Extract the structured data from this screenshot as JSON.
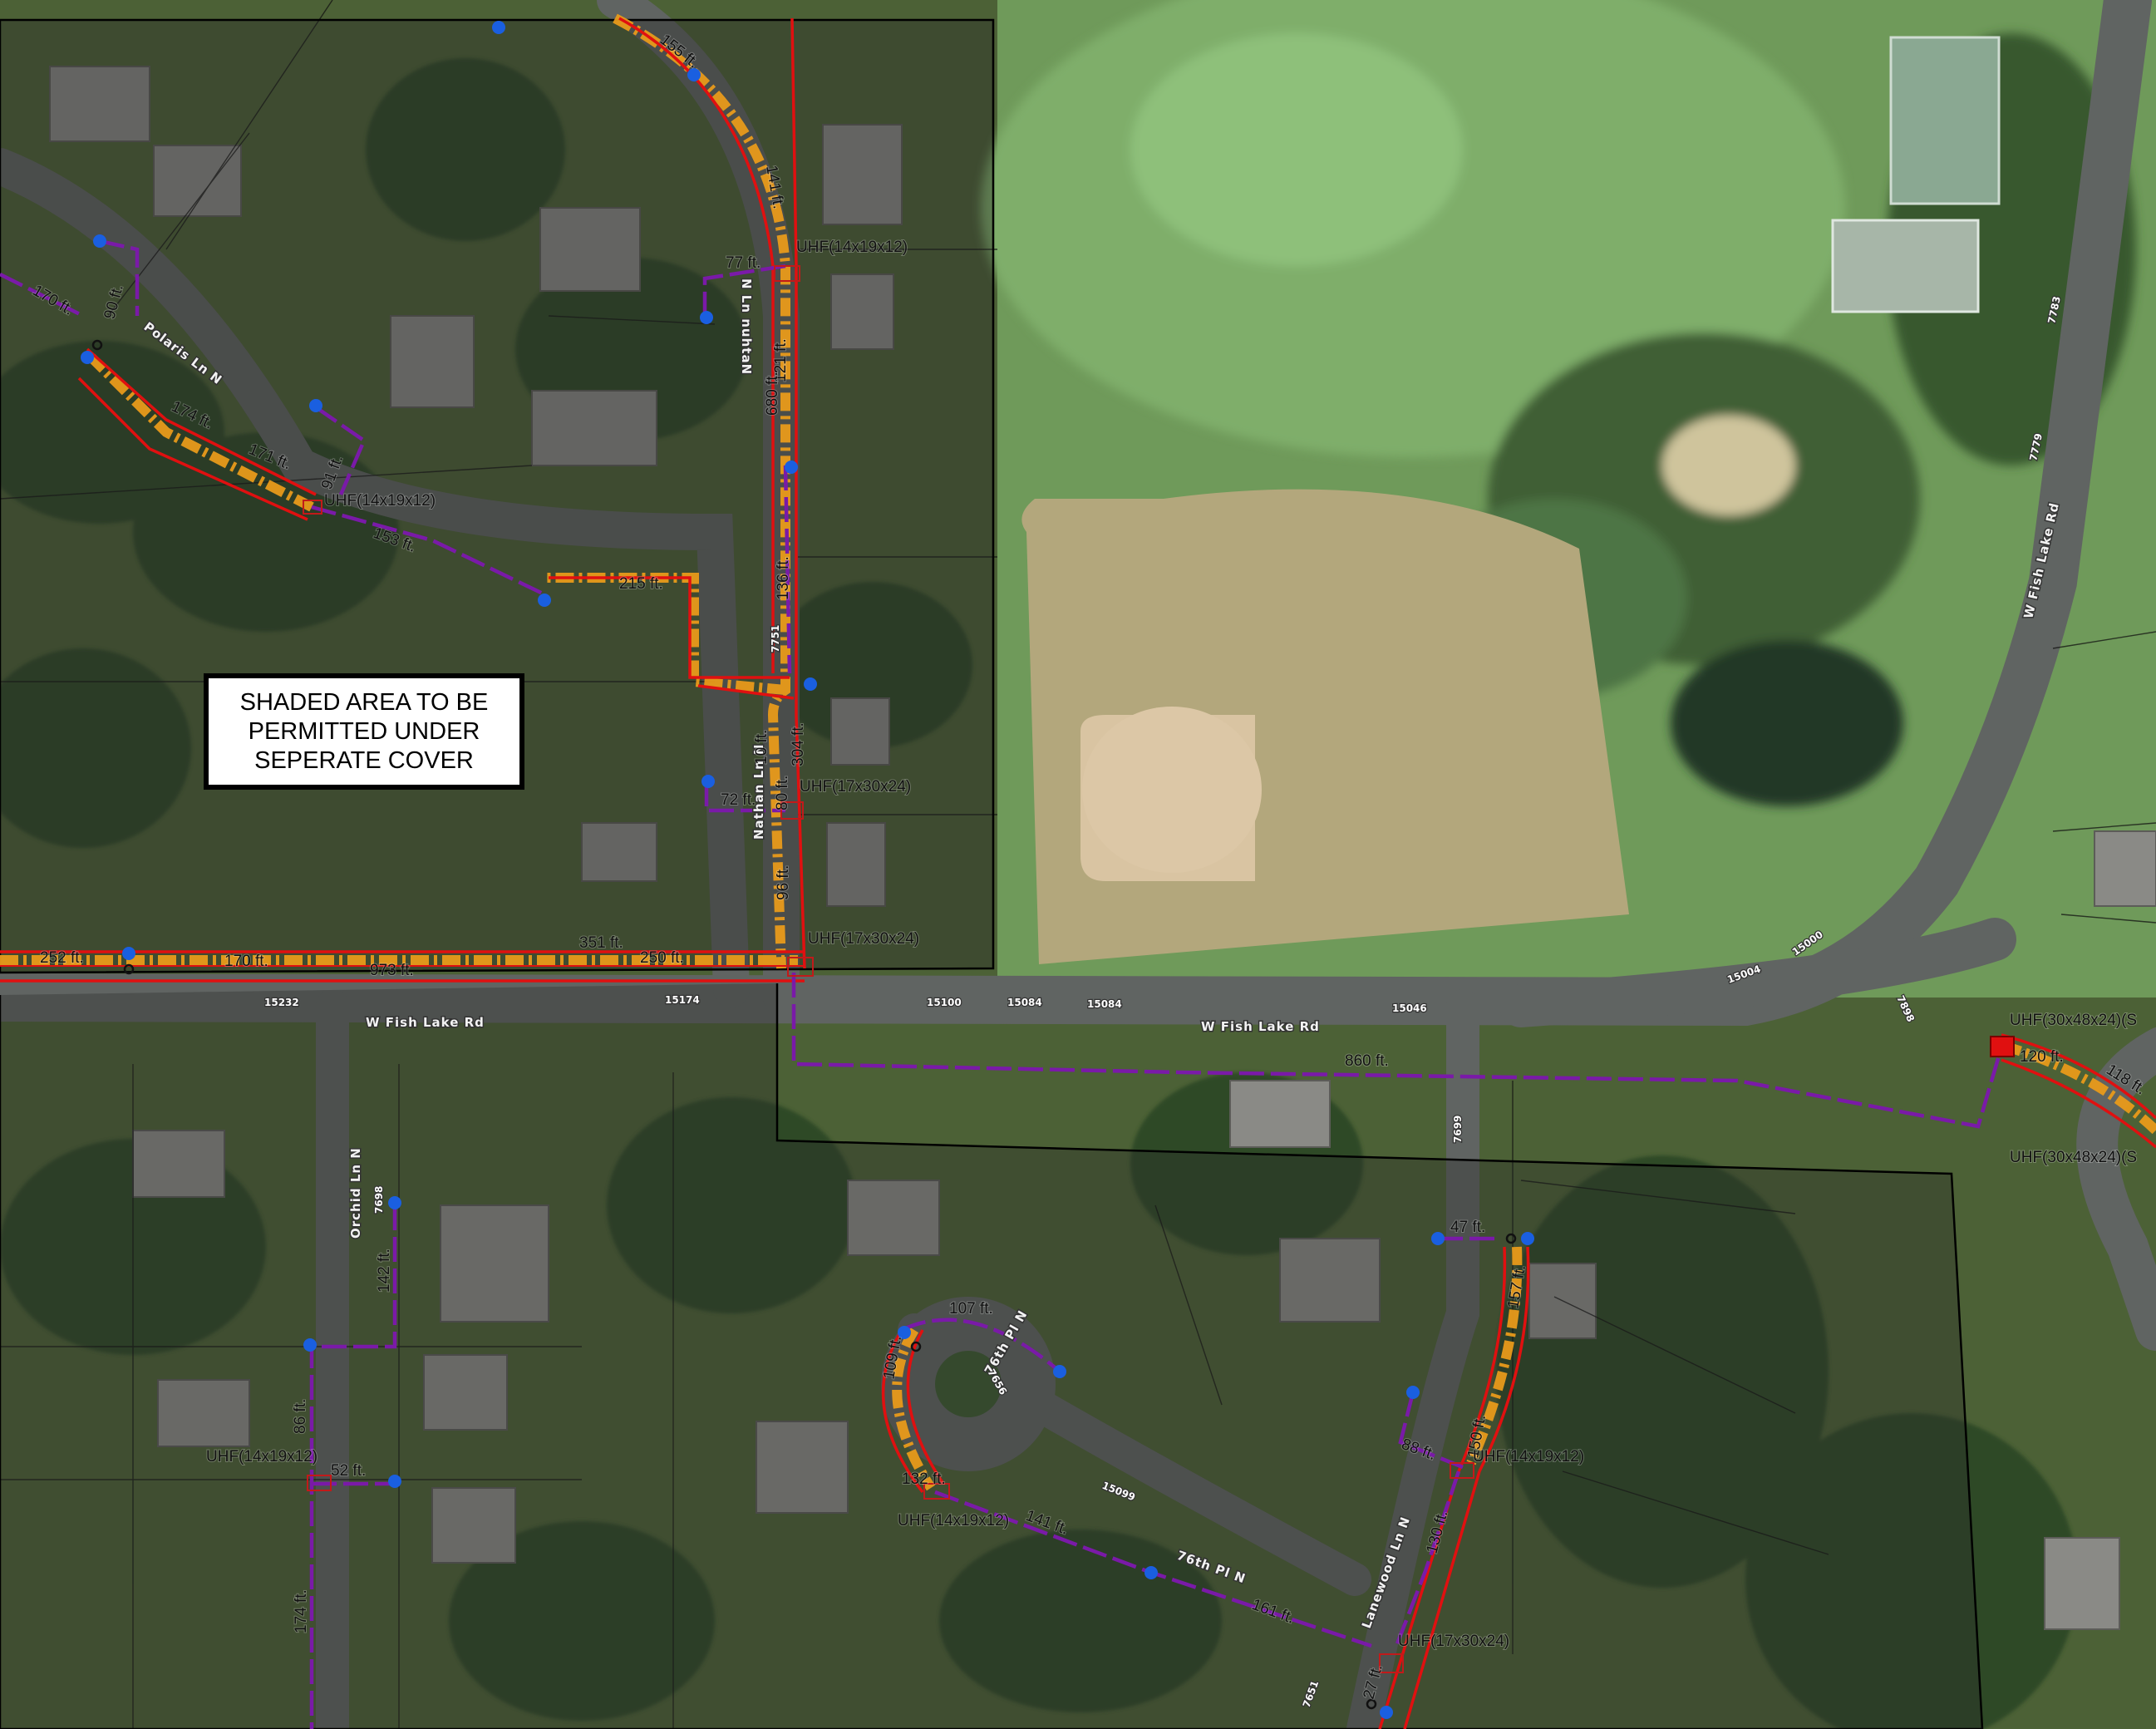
{
  "note": {
    "lines": [
      "SHADED AREA TO BE",
      "PERMITTED UNDER",
      "SEPERATE COVER"
    ]
  },
  "roads": {
    "fish_lake_west": "W Fish Lake Rd",
    "fish_lake_mid": "W Fish Lake Rd",
    "fish_lake_east": "W Fish Lake Rd",
    "polaris": "Polaris Ln N",
    "nathan_upper": "N Ln nuhtaN",
    "nathan_lower": "Nathan Ln N",
    "orchid": "Orchid Ln N",
    "pl76_north": "76th Pl N",
    "pl76_south": "76th Pl N",
    "lanewood": "Lanewood Ln N"
  },
  "addresses": [
    "15232",
    "15174",
    "15100",
    "15084",
    "15084",
    "15046",
    "15004",
    "15000",
    "7751",
    "7783",
    "7779",
    "7699",
    "7698",
    "7656",
    "15099",
    "7898",
    "7651"
  ],
  "measurements": [
    "155 ft.",
    "141 ft.",
    "77 ft.",
    "121 ft.",
    "680 ft.",
    "170 ft.",
    "90 ft.",
    "174 ft.",
    "171 ft.",
    "91 ft.",
    "153 ft.",
    "215 ft.",
    "136 ft.",
    "304 ft.",
    "10 ft.",
    "72 ft.",
    "80 ft.",
    "96 ft.",
    "252 ft.",
    "170 ft.",
    "973 ft.",
    "351 ft.",
    "250 ft.",
    "860 ft.",
    "120 ft.",
    "118 ft.",
    "47 ft.",
    "157 ft.",
    "107 ft.",
    "109 ft.",
    "142 ft.",
    "86 ft.",
    "52 ft.",
    "132 ft.",
    "141 ft.",
    "161 ft.",
    "88 ft.",
    "150 ft.",
    "130 ft.",
    "27 ft.",
    "174 ft."
  ],
  "vaults": [
    "UHF(14x19x12)",
    "UHF(14x19x12)",
    "UHF(17x30x24)",
    "UHF(17x30x24)",
    "UHF(30x48x24)(S",
    "UHF(30x48x24)(S",
    "UHF(14x19x12)",
    "UHF(14x19x12)",
    "UHF(14x19x12)",
    "UHF(17x30x24)"
  ],
  "colors": {
    "conduit_red": "#e01010",
    "conduit_orange": "#e89a1a",
    "drop_purple": "#7a1aa8",
    "node_blue": "#1a5fe0",
    "shade": "rgba(40,40,40,0.38)"
  }
}
